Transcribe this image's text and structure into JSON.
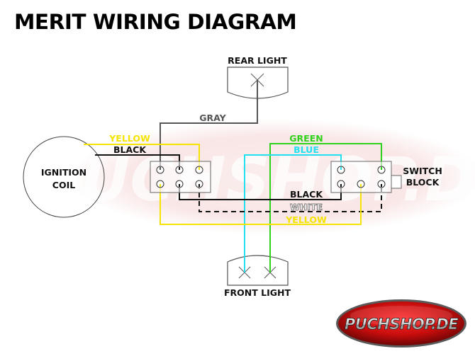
{
  "title": "MERIT WIRING DIAGRAM",
  "components": {
    "rear_light": "REAR LIGHT",
    "front_light": "FRONT LIGHT",
    "ignition_coil_line1": "IGNITION",
    "ignition_coil_line2": "COIL",
    "switch_block_line1": "SWITCH",
    "switch_block_line2": "BLOCK"
  },
  "wires": {
    "gray": {
      "label": "GRAY",
      "color": "#555555"
    },
    "yellow_top": {
      "label": "YELLOW",
      "color": "#f5e400"
    },
    "black_top": {
      "label": "BLACK",
      "color": "#111111"
    },
    "green": {
      "label": "GREEN",
      "color": "#2fd11a"
    },
    "blue": {
      "label": "BLUE",
      "color": "#22e0f0"
    },
    "black_bottom": {
      "label": "BLACK",
      "color": "#111111"
    },
    "white": {
      "label": "WHITE",
      "color": "#ffffff"
    },
    "yellow_bottom": {
      "label": "YELLOW",
      "color": "#f5e400"
    }
  },
  "logo": {
    "text": "PUCHSHOP.DE",
    "color": "#d40f12"
  },
  "watermark": {
    "text": "PUCHSHOP.DE"
  }
}
